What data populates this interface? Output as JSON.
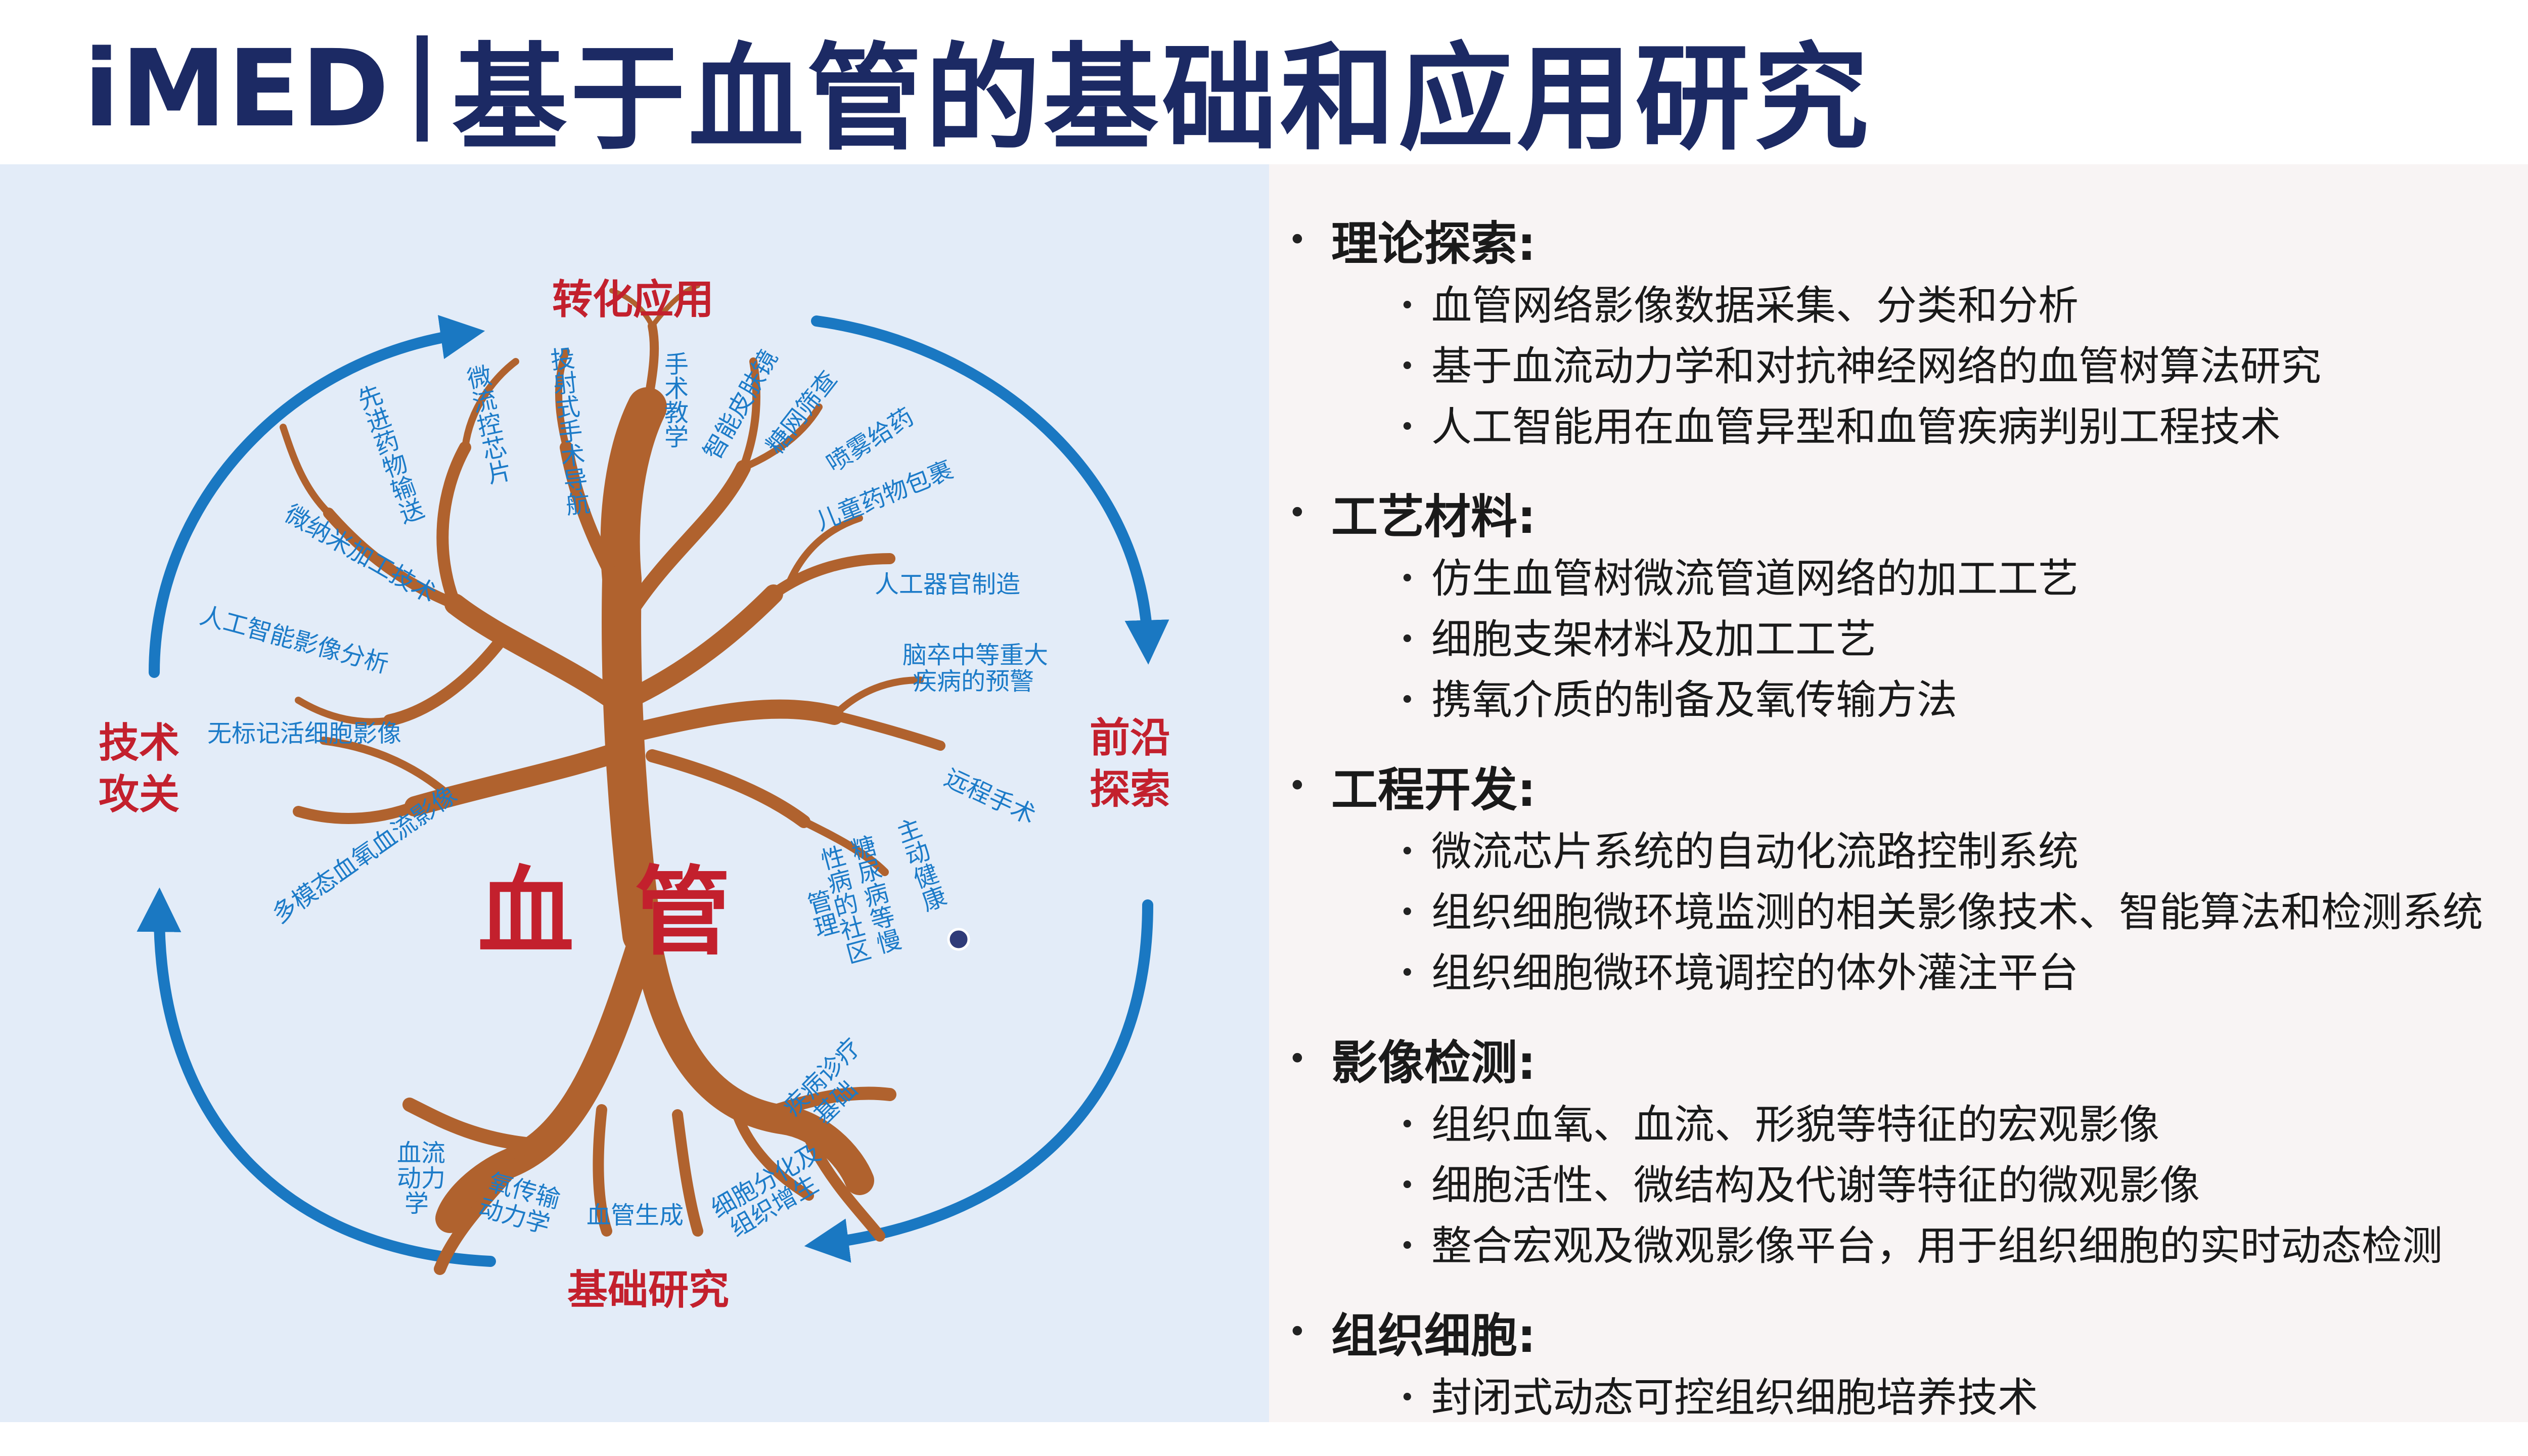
{
  "header": {
    "brand": "iMED",
    "title": "基于血管的基础和应用研究"
  },
  "diagram": {
    "center_left": "血",
    "center_right": "管",
    "top_label": "转化应用",
    "right_label_line1": "前沿",
    "right_label_line2": "探索",
    "bottom_label": "基础研究",
    "left_label_line1": "技术",
    "left_label_line2": "攻关",
    "branch_labels": {
      "advanced_drug_delivery": "先进药物输送",
      "microfluidic_chip": "微流控芯片",
      "projection_surgery_nav": "投射式手术导航",
      "surgery_teaching": "手术教学",
      "smart_endoscope": "智能皮肤镜",
      "retina_screening": "糖网筛查",
      "spray_drug": "喷雾给药",
      "child_drug_pack": "儿童药物包裹",
      "micro_nano_tech": "微纳米加工技术",
      "ai_imaging": "人工智能影像分析",
      "artificial_organ": "人工器官制造",
      "stroke_warning_1": "脑卒中等重大",
      "stroke_warning_2": "疾病的预警",
      "label_free_imaging": "无标记活细胞影像",
      "remote_surgery": "远程手术",
      "multimodal_imaging": "多模态血氧血流影像",
      "active_health": "主动健康",
      "diabetes_1": "糖尿病等慢",
      "diabetes_2": "性病的社区",
      "diabetes_3": "管理",
      "disease_basis_1": "疾病诊疗",
      "disease_basis_2": "基础",
      "cell_diff_1": "细胞分化及",
      "cell_diff_2": "组织增生",
      "hemodynamics_1": "血流",
      "hemodynamics_2": "动力",
      "hemodynamics_3": "学",
      "oxygen_transport_1": "氧传输",
      "oxygen_transport_2": "动力学",
      "angiogenesis": "血管生成"
    }
  },
  "sections": [
    {
      "title": "理论探索:",
      "items": [
        "血管网络影像数据采集、分类和分析",
        "基于血流动力学和对抗神经网络的血管树算法研究",
        "人工智能用在血管异型和血管疾病判别工程技术"
      ]
    },
    {
      "title": "工艺材料:",
      "items": [
        "仿生血管树微流管道网络的加工工艺",
        "细胞支架材料及加工工艺",
        "携氧介质的制备及氧传输方法"
      ]
    },
    {
      "title": "工程开发:",
      "items": [
        "微流芯片系统的自动化流路控制系统",
        "组织细胞微环境监测的相关影像技术、智能算法和检测系统",
        "组织细胞微环境调控的体外灌注平台"
      ]
    },
    {
      "title": "影像检测:",
      "items": [
        "组织血氧、血流、形貌等特征的宏观影像",
        "细胞活性、微结构及代谢等特征的微观影像",
        "整合宏观及微观影像平台，用于组织细胞的实时动态检测"
      ]
    },
    {
      "title": "组织细胞:",
      "items": [
        "封闭式动态可控组织细胞培养技术"
      ]
    }
  ],
  "colors": {
    "title_navy": "#1c2a64",
    "accent_red": "#c3202d",
    "label_blue": "#1c7bc8",
    "arrow_blue": "#1a78c2",
    "trunk_brown": "#b0622e"
  },
  "icons": {
    "section_bullet": "•",
    "item_bullet": "•"
  }
}
